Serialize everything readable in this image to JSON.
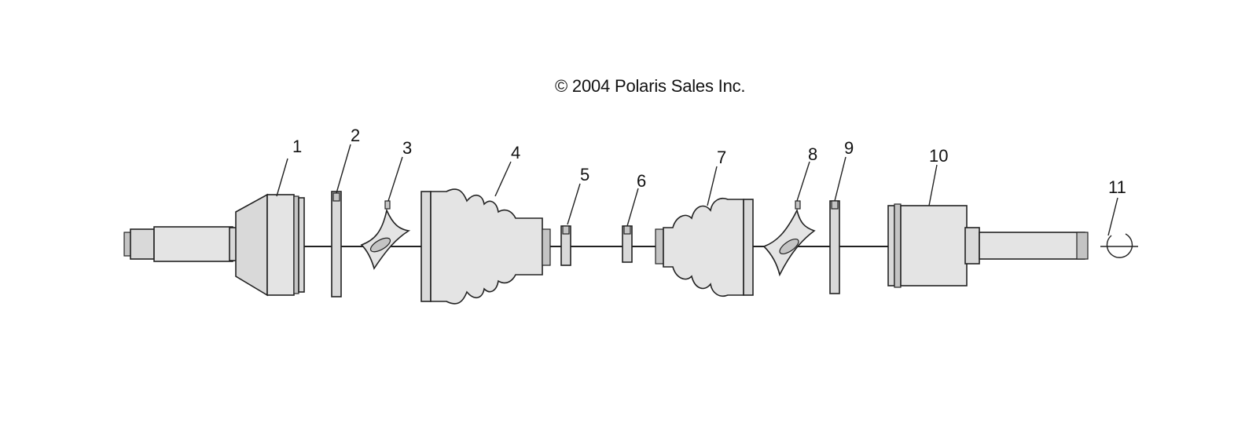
{
  "copyright": "© 2004 Polaris Sales Inc.",
  "callouts": [
    "1",
    "2",
    "3",
    "4",
    "5",
    "6",
    "7",
    "8",
    "9",
    "10",
    "11"
  ]
}
